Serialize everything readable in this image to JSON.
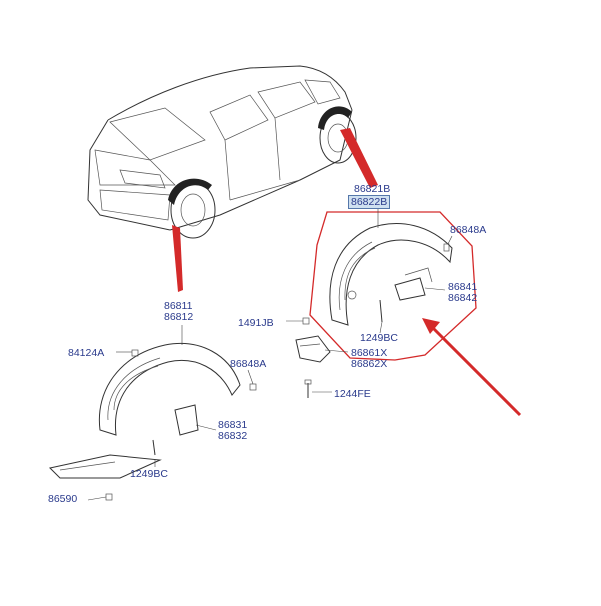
{
  "diagram": {
    "callout_color": "#d42a2a",
    "label_color": "#2a3a8c",
    "highlight_color": "#cfe0f0",
    "labels": {
      "l86821B": "86821B",
      "l86822B": "86822B",
      "l86848A_top": "86848A",
      "l86841": "86841",
      "l86842": "86842",
      "l1249BC_right": "1249BC",
      "l86861X": "86861X",
      "l86862X": "86862X",
      "l1244FE": "1244FE",
      "l1491JB": "1491JB",
      "l86811": "86811",
      "l86812": "86812",
      "l84124A": "84124A",
      "l86848A_left": "86848A",
      "l86831": "86831",
      "l86832": "86832",
      "l1249BC_left": "1249BC",
      "l86590": "86590"
    }
  }
}
